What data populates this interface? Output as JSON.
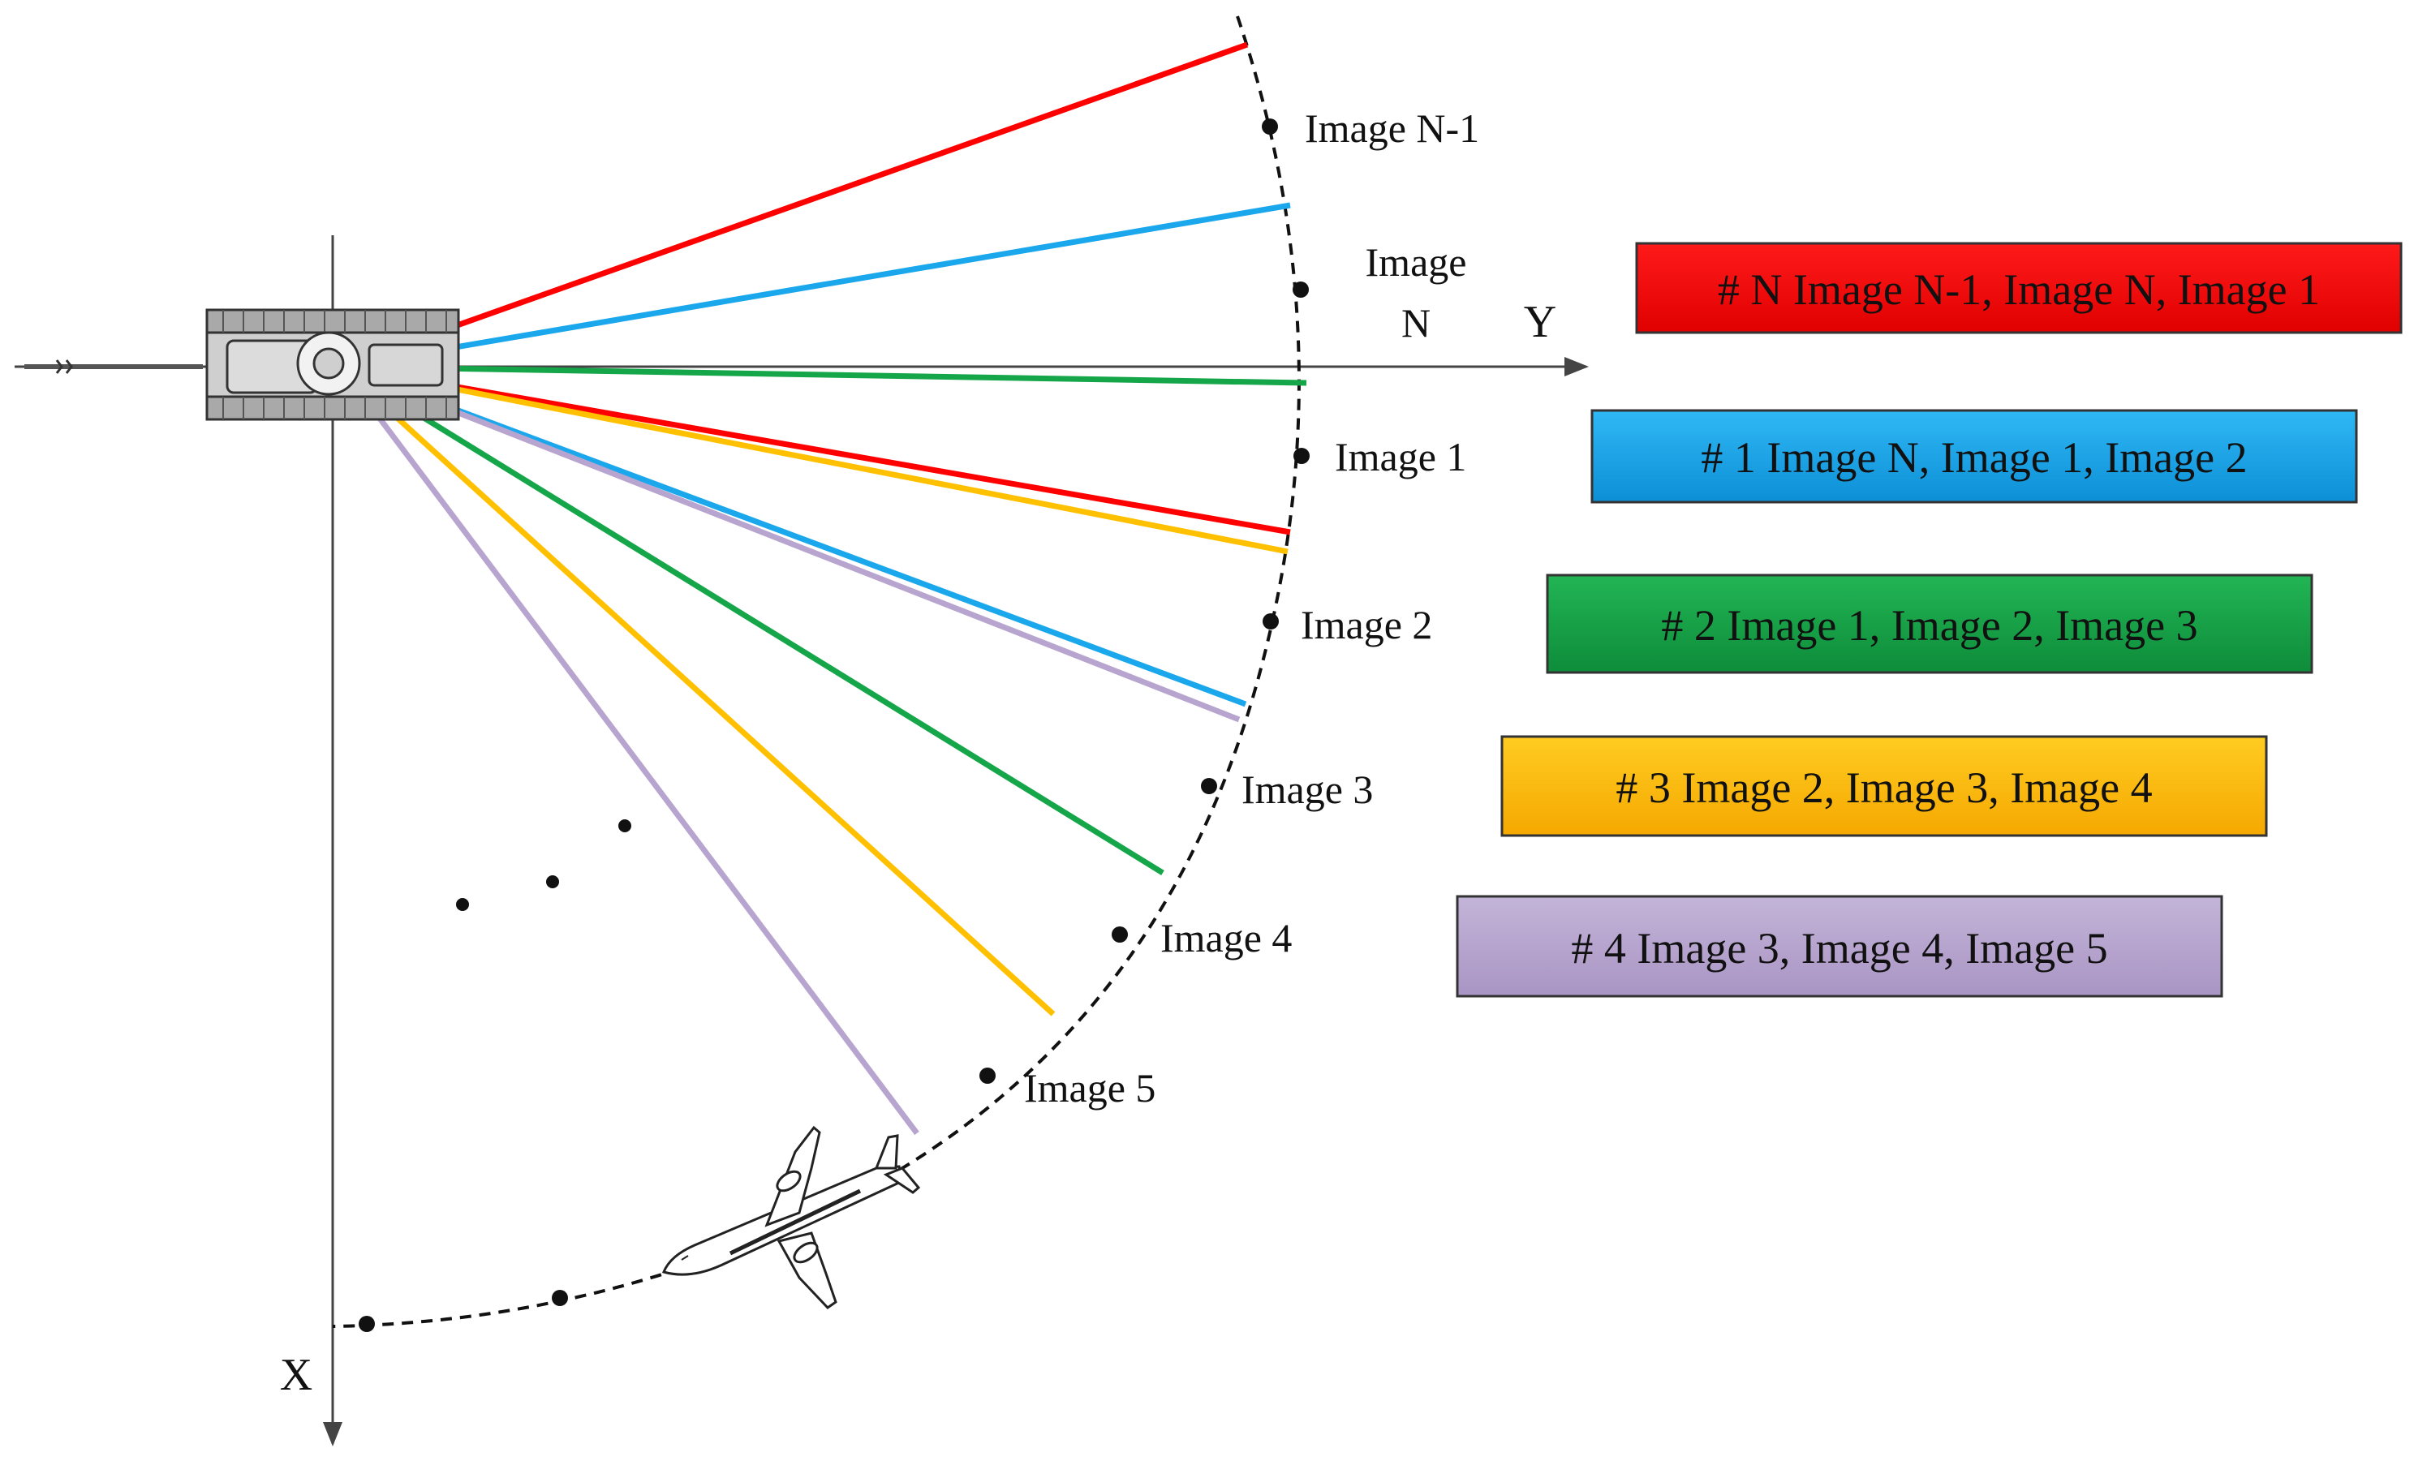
{
  "axes": {
    "x_label": "X",
    "y_label": "Y"
  },
  "images": [
    {
      "id": "n-1",
      "label": "Image N-1"
    },
    {
      "id": "n",
      "label_lines": [
        "Image",
        "N"
      ]
    },
    {
      "id": "1",
      "label": "Image 1"
    },
    {
      "id": "2",
      "label": "Image 2"
    },
    {
      "id": "3",
      "label": "Image 3"
    },
    {
      "id": "4",
      "label": "Image 4"
    },
    {
      "id": "5",
      "label": "Image 5"
    }
  ],
  "legend": [
    {
      "id": "n",
      "label": "# N  Image N-1, Image N, Image 1",
      "color": "#ff0000"
    },
    {
      "id": "1",
      "label": "# 1  Image N, Image 1, Image 2",
      "color": "#1aa7ec"
    },
    {
      "id": "2",
      "label": "# 2  Image 1, Image 2, Image 3",
      "color": "#16a64a"
    },
    {
      "id": "3",
      "label": "# 3  Image 2, Image 3, Image 4",
      "color": "#ffc000"
    },
    {
      "id": "4",
      "label": "# 4  Image 3, Image 4, Image 5",
      "color": "#b7a5cf"
    }
  ],
  "icons": [
    "tank-icon",
    "airplane-icon"
  ]
}
